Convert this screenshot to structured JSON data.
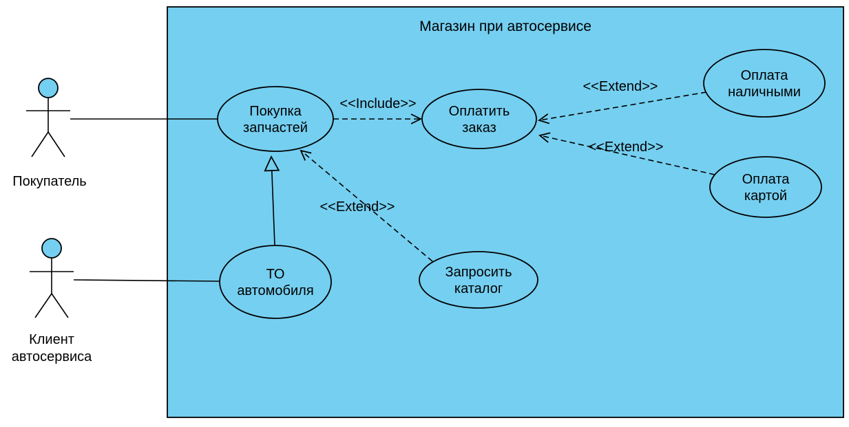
{
  "diagram": {
    "type": "uml-use-case",
    "system_title": "Магазин при автосервисе",
    "actors": {
      "buyer": {
        "label": "Покупатель"
      },
      "client": {
        "line1": "Клиент",
        "line2": "автосервиса"
      }
    },
    "use_cases": {
      "buy_parts": {
        "line1": "Покупка",
        "line2": "запчастей"
      },
      "pay_order": {
        "line1": "Оплатить",
        "line2": "заказ"
      },
      "cash_payment": {
        "line1": "Оплата",
        "line2": "наличными"
      },
      "card_payment": {
        "line1": "Оплата",
        "line2": "картой"
      },
      "car_service": {
        "line1": "ТО",
        "line2": "автомобиля"
      },
      "request_catalog": {
        "line1": "Запросить",
        "line2": "каталог"
      }
    },
    "relations": {
      "include_label": "<<Include>>",
      "extend_cash_label": "<<Extend>>",
      "extend_card_label": "<<Extend>>",
      "extend_catalog_label": "<<Extend>>"
    },
    "colors": {
      "shape_fill": "#75CFF0",
      "stroke": "#000000",
      "background": "#FFFFFF"
    }
  }
}
